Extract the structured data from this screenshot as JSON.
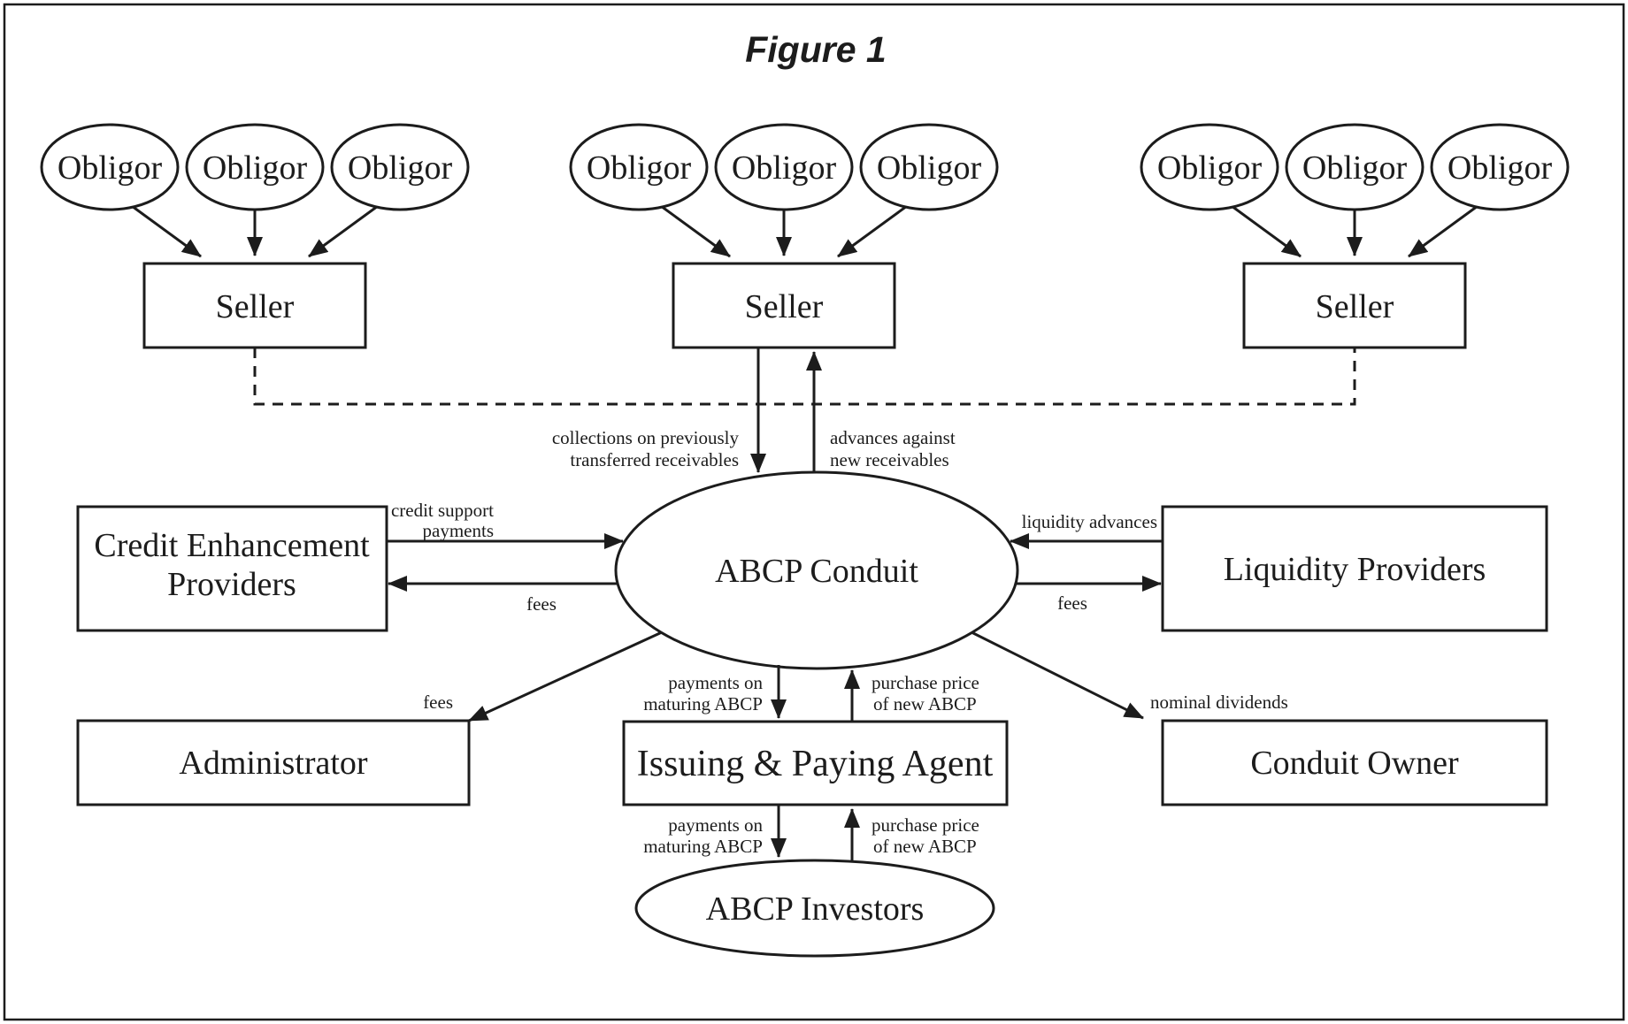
{
  "figure": {
    "title": "Figure 1"
  },
  "nodes": {
    "obligor": "Obligor",
    "seller": "Seller",
    "conduit": "ABCP Conduit",
    "credit_enhancement": [
      "Credit Enhancement",
      "Providers"
    ],
    "liquidity_providers": "Liquidity Providers",
    "administrator": "Administrator",
    "issuing_paying_agent": "Issuing & Paying Agent",
    "conduit_owner": "Conduit Owner",
    "abcp_investors": "ABCP Investors"
  },
  "edges": {
    "collections": [
      "collections on previously",
      "transferred receivables"
    ],
    "advances": [
      "advances against",
      "new receivables"
    ],
    "credit_support": [
      "credit support",
      "payments"
    ],
    "fees": "fees",
    "liquidity_advances": "liquidity advances",
    "nominal_dividends": "nominal dividends",
    "payments_maturing": [
      "payments on",
      "maturing ABCP"
    ],
    "purchase_price": [
      "purchase price",
      "of new ABCP"
    ]
  },
  "colors": {
    "ink": "#1c1c1c",
    "background": "#ffffff"
  }
}
